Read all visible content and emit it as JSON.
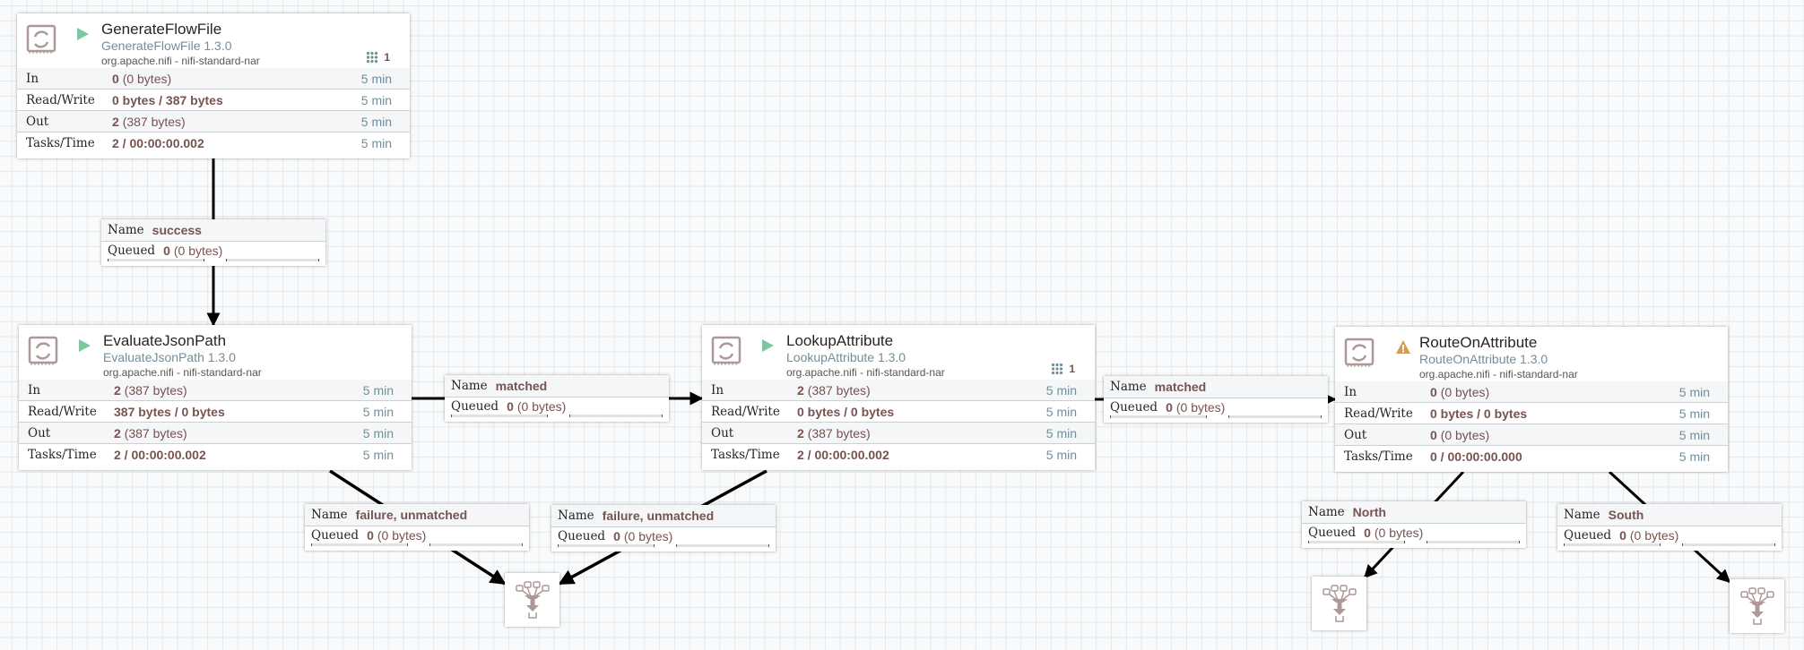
{
  "canvas": {
    "grid_color": "#e3e8eb",
    "background": "#f9fafb"
  },
  "colors": {
    "value_brown": "#775351",
    "type_blue_gray": "#728e9b",
    "run_green": "#7dc7a0",
    "warning_orange": "#d39c55"
  },
  "processors": [
    {
      "name": "GenerateFlowFile",
      "type": "GenerateFlowFile 1.3.0",
      "bundle": "org.apache.nifi - nifi-standard-nar",
      "status_icon": "run-icon",
      "active_threads_count": "1",
      "stats": {
        "in_label": "In",
        "in_count": "0",
        "in_size": "(0 bytes)",
        "in_time": "5 min",
        "rw_label": "Read/Write",
        "rw_value": "0 bytes / 387 bytes",
        "rw_time": "5 min",
        "out_label": "Out",
        "out_count": "2",
        "out_size": "(387 bytes)",
        "out_time": "5 min",
        "tasks_label": "Tasks/Time",
        "tasks_value": "2 / 00:00:00.002",
        "tasks_time": "5 min"
      }
    },
    {
      "name": "EvaluateJsonPath",
      "type": "EvaluateJsonPath 1.3.0",
      "bundle": "org.apache.nifi - nifi-standard-nar",
      "status_icon": "run-icon",
      "stats": {
        "in_label": "In",
        "in_count": "2",
        "in_size": "(387 bytes)",
        "in_time": "5 min",
        "rw_label": "Read/Write",
        "rw_value": "387 bytes / 0 bytes",
        "rw_time": "5 min",
        "out_label": "Out",
        "out_count": "2",
        "out_size": "(387 bytes)",
        "out_time": "5 min",
        "tasks_label": "Tasks/Time",
        "tasks_value": "2 / 00:00:00.002",
        "tasks_time": "5 min"
      }
    },
    {
      "name": "LookupAttribute",
      "type": "LookupAttribute 1.3.0",
      "bundle": "org.apache.nifi - nifi-standard-nar",
      "status_icon": "run-icon",
      "active_threads_count": "1",
      "stats": {
        "in_label": "In",
        "in_count": "2",
        "in_size": "(387 bytes)",
        "in_time": "5 min",
        "rw_label": "Read/Write",
        "rw_value": "0 bytes / 0 bytes",
        "rw_time": "5 min",
        "out_label": "Out",
        "out_count": "2",
        "out_size": "(387 bytes)",
        "out_time": "5 min",
        "tasks_label": "Tasks/Time",
        "tasks_value": "2 / 00:00:00.002",
        "tasks_time": "5 min"
      }
    },
    {
      "name": "RouteOnAttribute",
      "type": "RouteOnAttribute 1.3.0",
      "bundle": "org.apache.nifi - nifi-standard-nar",
      "status_icon": "warning-icon",
      "stats": {
        "in_label": "In",
        "in_count": "0",
        "in_size": "(0 bytes)",
        "in_time": "5 min",
        "rw_label": "Read/Write",
        "rw_value": "0 bytes / 0 bytes",
        "rw_time": "5 min",
        "out_label": "Out",
        "out_count": "0",
        "out_size": "(0 bytes)",
        "out_time": "5 min",
        "tasks_label": "Tasks/Time",
        "tasks_value": "0 / 00:00:00.000",
        "tasks_time": "5 min"
      }
    }
  ],
  "connections": [
    {
      "name_label": "Name",
      "name": "success",
      "queued_label": "Queued",
      "queued_count": "0",
      "queued_size": "(0 bytes)"
    },
    {
      "name_label": "Name",
      "name": "matched",
      "queued_label": "Queued",
      "queued_count": "0",
      "queued_size": "(0 bytes)"
    },
    {
      "name_label": "Name",
      "name": "matched",
      "queued_label": "Queued",
      "queued_count": "0",
      "queued_size": "(0 bytes)"
    },
    {
      "name_label": "Name",
      "name": "failure, unmatched",
      "queued_label": "Queued",
      "queued_count": "0",
      "queued_size": "(0 bytes)"
    },
    {
      "name_label": "Name",
      "name": "failure, unmatched",
      "queued_label": "Queued",
      "queued_count": "0",
      "queued_size": "(0 bytes)"
    },
    {
      "name_label": "Name",
      "name": "North",
      "queued_label": "Queued",
      "queued_count": "0",
      "queued_size": "(0 bytes)"
    },
    {
      "name_label": "Name",
      "name": "South",
      "queued_label": "Queued",
      "queued_count": "0",
      "queued_size": "(0 bytes)"
    }
  ],
  "funnels": [
    {
      "icon": "funnel-icon"
    },
    {
      "icon": "funnel-icon"
    },
    {
      "icon": "funnel-icon"
    }
  ]
}
